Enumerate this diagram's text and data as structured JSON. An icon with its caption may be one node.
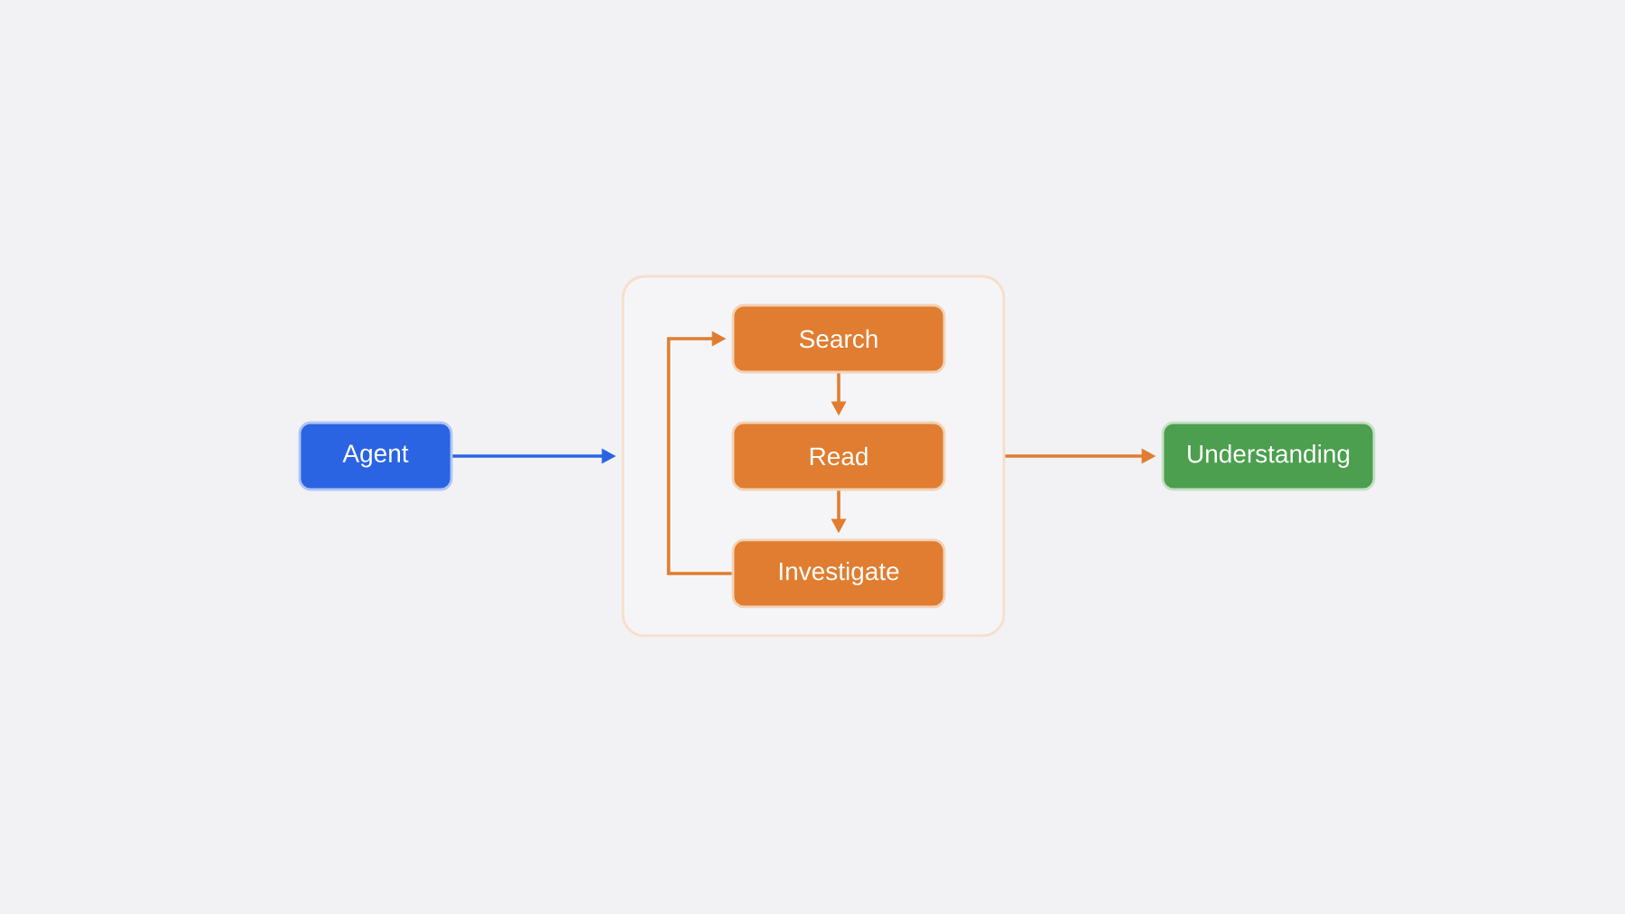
{
  "diagram": {
    "nodes": [
      {
        "text": [
          "Agent"
        ]
      },
      {
        "text": [],
        "shape": "box"
      },
      {
        "text": [
          "Search"
        ],
        "in": 1
      },
      {
        "text": [
          "Read"
        ],
        "in": 1
      },
      {
        "text": [
          "Investigate"
        ],
        "in": 1
      },
      {
        "text": [
          "Understanding"
        ]
      }
    ],
    "edges": [
      {
        "from": 0,
        "to": 1,
        "arrow": "to",
        "color": "#2a64e2"
      },
      {
        "from": 2,
        "to": 3,
        "arrow": "to"
      },
      {
        "from": 3,
        "to": 4,
        "arrow": "to"
      },
      {
        "from": 4,
        "to": 2,
        "arrow": "to"
      },
      {
        "from": 1,
        "to": 5,
        "arrow": "to"
      }
    ]
  }
}
